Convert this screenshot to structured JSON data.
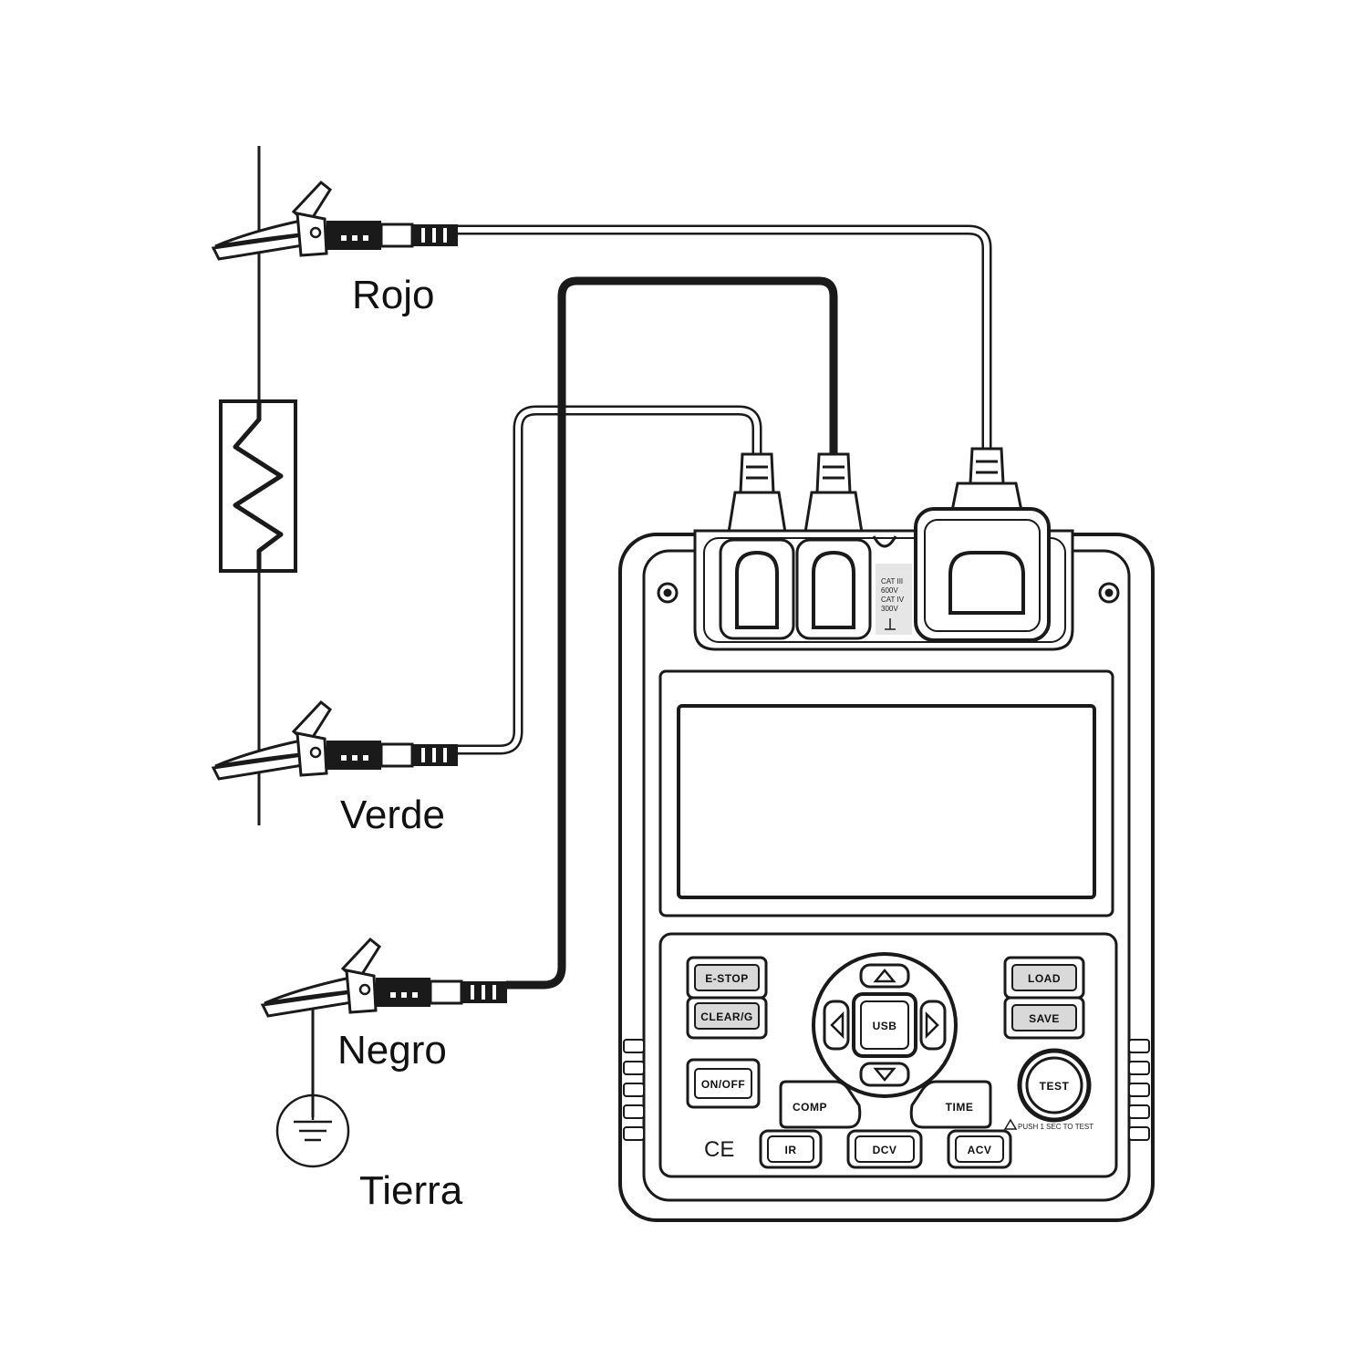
{
  "labels": {
    "red_lead": "Rojo",
    "green_lead": "Verde",
    "black_lead": "Negro",
    "ground": "Tierra"
  },
  "device": {
    "buttons": {
      "estop": "E-STOP",
      "clear": "CLEAR/G",
      "onoff": "ON/OFF",
      "comp": "COMP",
      "time": "TIME",
      "load": "LOAD",
      "save": "SAVE",
      "usb": "USB",
      "test": "TEST",
      "ir": "IR",
      "dcv": "DCV",
      "acv": "ACV"
    },
    "test_hint": "PUSH 1 SEC TO TEST",
    "ce_mark": "CE",
    "terminal_label": [
      "CAT III",
      "600V",
      "CAT IV",
      "300V"
    ]
  },
  "colors": {
    "stroke": "#1a1a1a",
    "panel_fill": "#ffffff",
    "key_fill": "#d9d9d9"
  }
}
